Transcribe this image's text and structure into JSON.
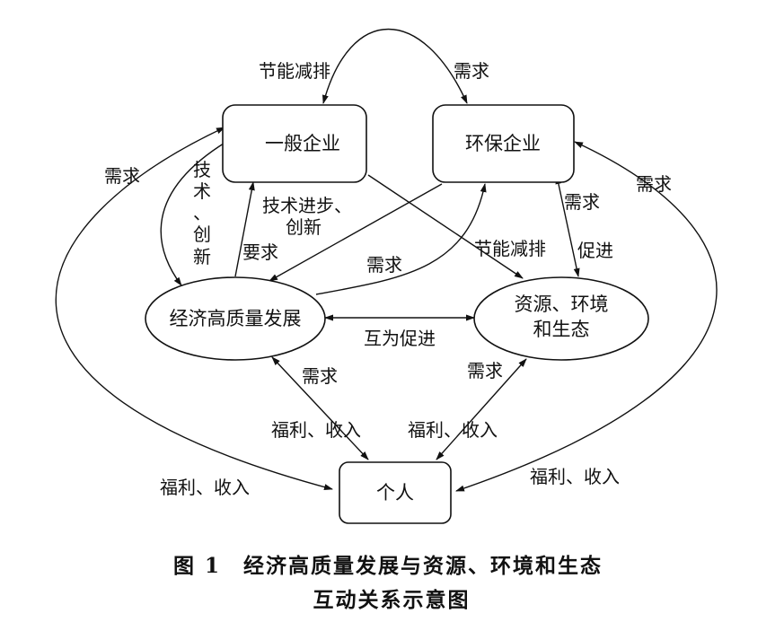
{
  "nodes": {
    "general_enterprise": "一般企业",
    "env_enterprise": "环保企业",
    "economy": "经济高质量发展",
    "resources_line1": "资源、环境",
    "resources_line2": "和生态",
    "individual": "个人"
  },
  "edge_labels": {
    "top_left": "节能减排",
    "top_right": "需求",
    "left_demand": "需求",
    "tech_innov_v1": "技",
    "tech_innov_v2": "术",
    "tech_innov_v3": "、",
    "tech_innov_v4": "创",
    "tech_innov_v5": "新",
    "tech_progress_1": "技术进步、",
    "tech_progress_2": "创新",
    "requirement": "要求",
    "center_demand": "需求",
    "energy_saving_mid": "节能减排",
    "right_demand_mid": "需求",
    "promote": "促进",
    "right_outer_demand": "需求",
    "mutual_promote": "互为促进",
    "econ_demand": "需求",
    "res_demand": "需求",
    "welfare_income_1": "福利、收入",
    "welfare_income_2": "福利、收入",
    "welfare_income_left": "福利、收入",
    "welfare_income_right": "福利、收入"
  },
  "caption": {
    "line1": "图 1　经济高质量发展与资源、环境和生态",
    "line2": "互动关系示意图"
  }
}
